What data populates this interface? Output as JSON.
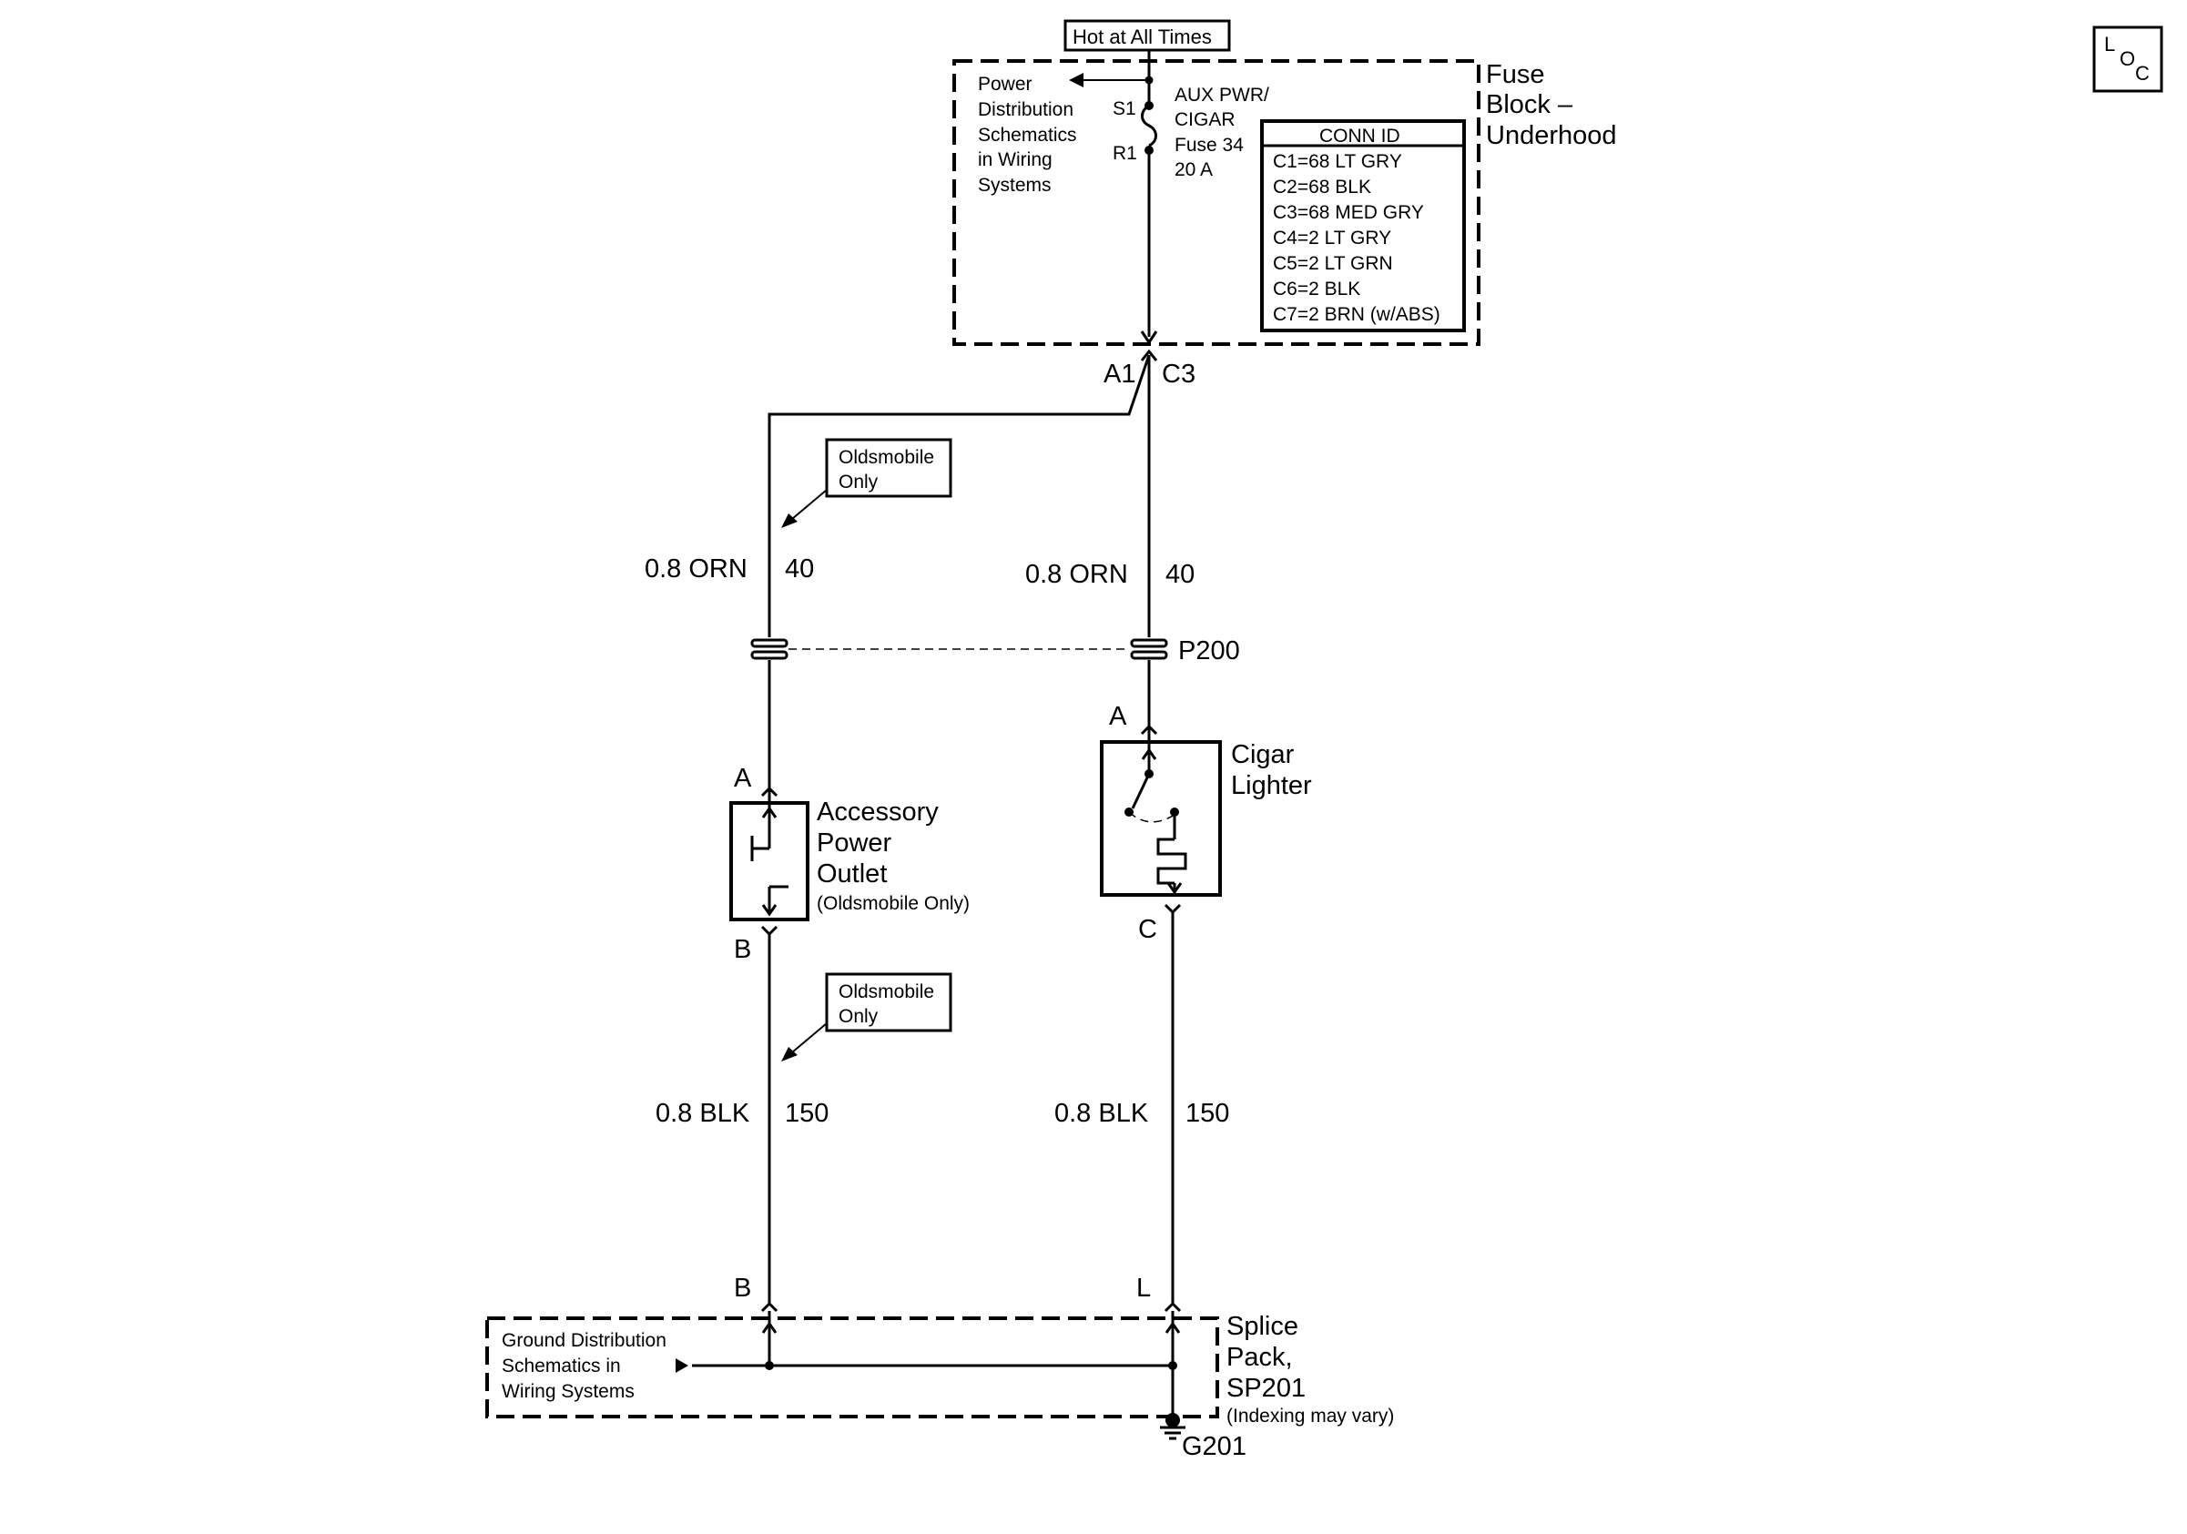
{
  "loc_badge": {
    "l": "L",
    "o": "O",
    "c": "C"
  },
  "hot_label": "Hot at All Times",
  "fuse_block": {
    "title": [
      "Fuse",
      "Block –",
      "Underhood"
    ],
    "power_note": [
      "Power",
      "Distribution",
      "Schematics",
      "in Wiring",
      "Systems"
    ],
    "fuse_label": [
      "AUX PWR/",
      "CIGAR",
      "Fuse 34",
      "20 A"
    ],
    "terminal_top": "S1",
    "terminal_bottom": "R1",
    "conn_header": "CONN ID",
    "conn_rows": [
      "C1=68 LT GRY",
      "C2=68 BLK",
      "C3=68 MED GRY",
      "C4=2 LT GRY",
      "C5=2 LT GRN",
      "C6=2 BLK",
      "C7=2 BRN (w/ABS)"
    ]
  },
  "connectors": {
    "fuse_out_left": "A1",
    "fuse_out_right": "C3",
    "inline": "P200",
    "outlet_top": "A",
    "outlet_bottom": "B",
    "lighter_top": "A",
    "lighter_bottom": "C",
    "splice_left": "B",
    "splice_right": "L"
  },
  "notes": {
    "olds_top": [
      "Oldsmobile",
      "Only"
    ],
    "olds_bottom": [
      "Oldsmobile",
      "Only"
    ]
  },
  "wires": {
    "left_upper": {
      "color": "0.8 ORN",
      "circuit": "40"
    },
    "right_upper": {
      "color": "0.8 ORN",
      "circuit": "40"
    },
    "left_lower": {
      "color": "0.8 BLK",
      "circuit": "150"
    },
    "right_lower": {
      "color": "0.8 BLK",
      "circuit": "150"
    }
  },
  "components": {
    "outlet": [
      "Accessory",
      "Power",
      "Outlet"
    ],
    "outlet_note": "(Oldsmobile Only)",
    "lighter": [
      "Cigar",
      "Lighter"
    ]
  },
  "splice_pack": {
    "title": [
      "Splice",
      "Pack,",
      "SP201"
    ],
    "note": "(Indexing may vary)",
    "ground_note": [
      "Ground Distribution",
      "Schematics in",
      "Wiring Systems"
    ],
    "ground": "G201"
  }
}
